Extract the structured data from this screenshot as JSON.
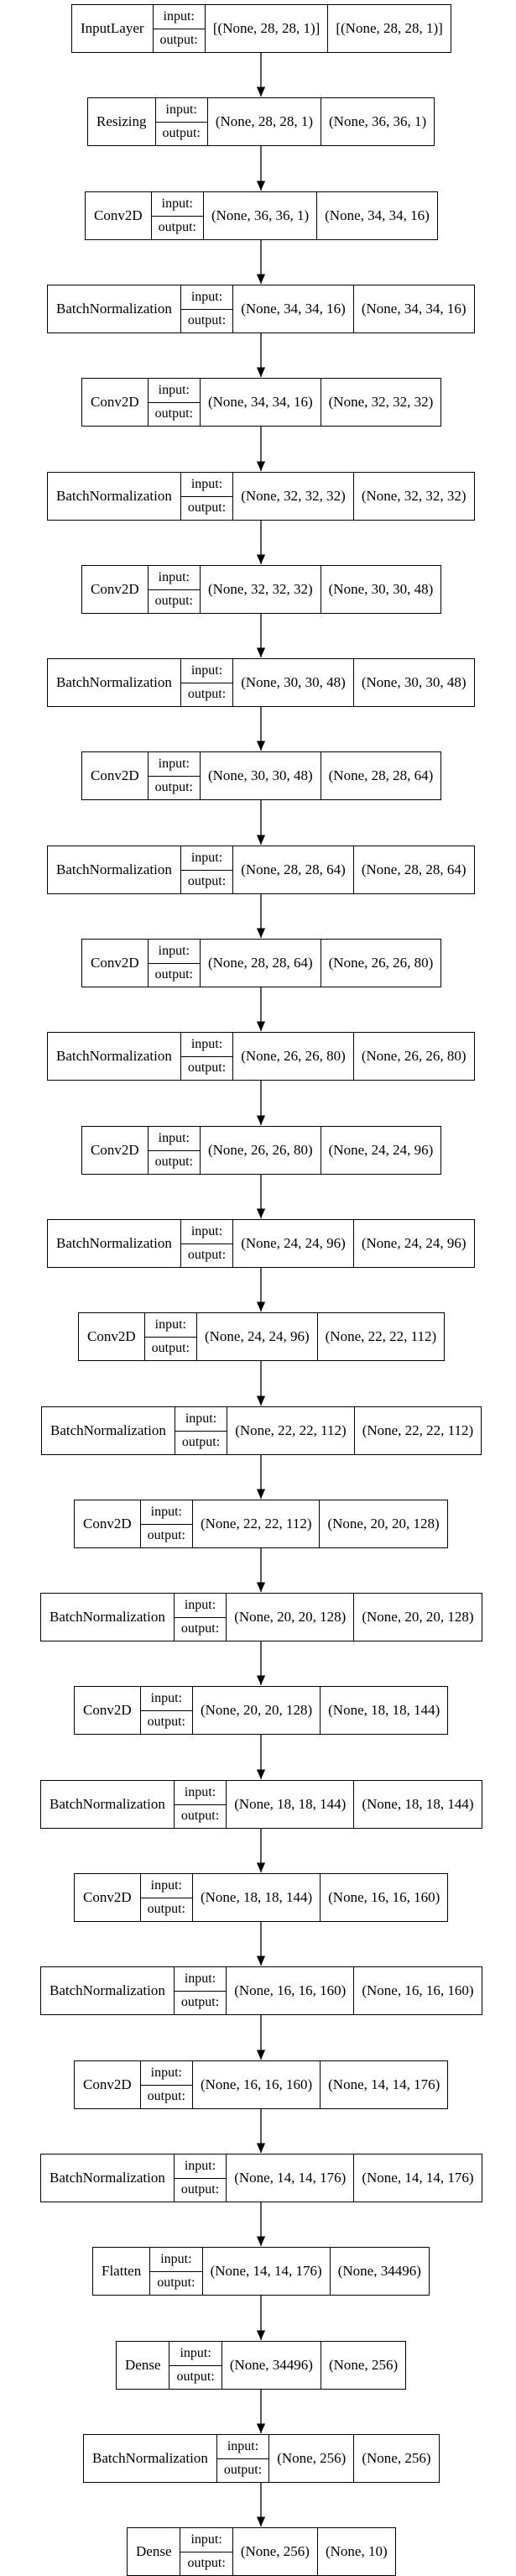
{
  "io_labels": {
    "input": "input:",
    "output": "output:"
  },
  "layers": [
    {
      "type": "InputLayer",
      "input": "[(None, 28, 28, 1)]",
      "output": "[(None, 28, 28, 1)]"
    },
    {
      "type": "Resizing",
      "input": "(None, 28, 28, 1)",
      "output": "(None, 36, 36, 1)"
    },
    {
      "type": "Conv2D",
      "input": "(None, 36, 36, 1)",
      "output": "(None, 34, 34, 16)"
    },
    {
      "type": "BatchNormalization",
      "input": "(None, 34, 34, 16)",
      "output": "(None, 34, 34, 16)"
    },
    {
      "type": "Conv2D",
      "input": "(None, 34, 34, 16)",
      "output": "(None, 32, 32, 32)"
    },
    {
      "type": "BatchNormalization",
      "input": "(None, 32, 32, 32)",
      "output": "(None, 32, 32, 32)"
    },
    {
      "type": "Conv2D",
      "input": "(None, 32, 32, 32)",
      "output": "(None, 30, 30, 48)"
    },
    {
      "type": "BatchNormalization",
      "input": "(None, 30, 30, 48)",
      "output": "(None, 30, 30, 48)"
    },
    {
      "type": "Conv2D",
      "input": "(None, 30, 30, 48)",
      "output": "(None, 28, 28, 64)"
    },
    {
      "type": "BatchNormalization",
      "input": "(None, 28, 28, 64)",
      "output": "(None, 28, 28, 64)"
    },
    {
      "type": "Conv2D",
      "input": "(None, 28, 28, 64)",
      "output": "(None, 26, 26, 80)"
    },
    {
      "type": "BatchNormalization",
      "input": "(None, 26, 26, 80)",
      "output": "(None, 26, 26, 80)"
    },
    {
      "type": "Conv2D",
      "input": "(None, 26, 26, 80)",
      "output": "(None, 24, 24, 96)"
    },
    {
      "type": "BatchNormalization",
      "input": "(None, 24, 24, 96)",
      "output": "(None, 24, 24, 96)"
    },
    {
      "type": "Conv2D",
      "input": "(None, 24, 24, 96)",
      "output": "(None, 22, 22, 112)"
    },
    {
      "type": "BatchNormalization",
      "input": "(None, 22, 22, 112)",
      "output": "(None, 22, 22, 112)"
    },
    {
      "type": "Conv2D",
      "input": "(None, 22, 22, 112)",
      "output": "(None, 20, 20, 128)"
    },
    {
      "type": "BatchNormalization",
      "input": "(None, 20, 20, 128)",
      "output": "(None, 20, 20, 128)"
    },
    {
      "type": "Conv2D",
      "input": "(None, 20, 20, 128)",
      "output": "(None, 18, 18, 144)"
    },
    {
      "type": "BatchNormalization",
      "input": "(None, 18, 18, 144)",
      "output": "(None, 18, 18, 144)"
    },
    {
      "type": "Conv2D",
      "input": "(None, 18, 18, 144)",
      "output": "(None, 16, 16, 160)"
    },
    {
      "type": "BatchNormalization",
      "input": "(None, 16, 16, 160)",
      "output": "(None, 16, 16, 160)"
    },
    {
      "type": "Conv2D",
      "input": "(None, 16, 16, 160)",
      "output": "(None, 14, 14, 176)"
    },
    {
      "type": "BatchNormalization",
      "input": "(None, 14, 14, 176)",
      "output": "(None, 14, 14, 176)"
    },
    {
      "type": "Flatten",
      "input": "(None, 14, 14, 176)",
      "output": "(None, 34496)"
    },
    {
      "type": "Dense",
      "input": "(None, 34496)",
      "output": "(None, 256)"
    },
    {
      "type": "BatchNormalization",
      "input": "(None, 256)",
      "output": "(None, 256)"
    },
    {
      "type": "Dense",
      "input": "(None, 256)",
      "output": "(None, 10)"
    }
  ]
}
